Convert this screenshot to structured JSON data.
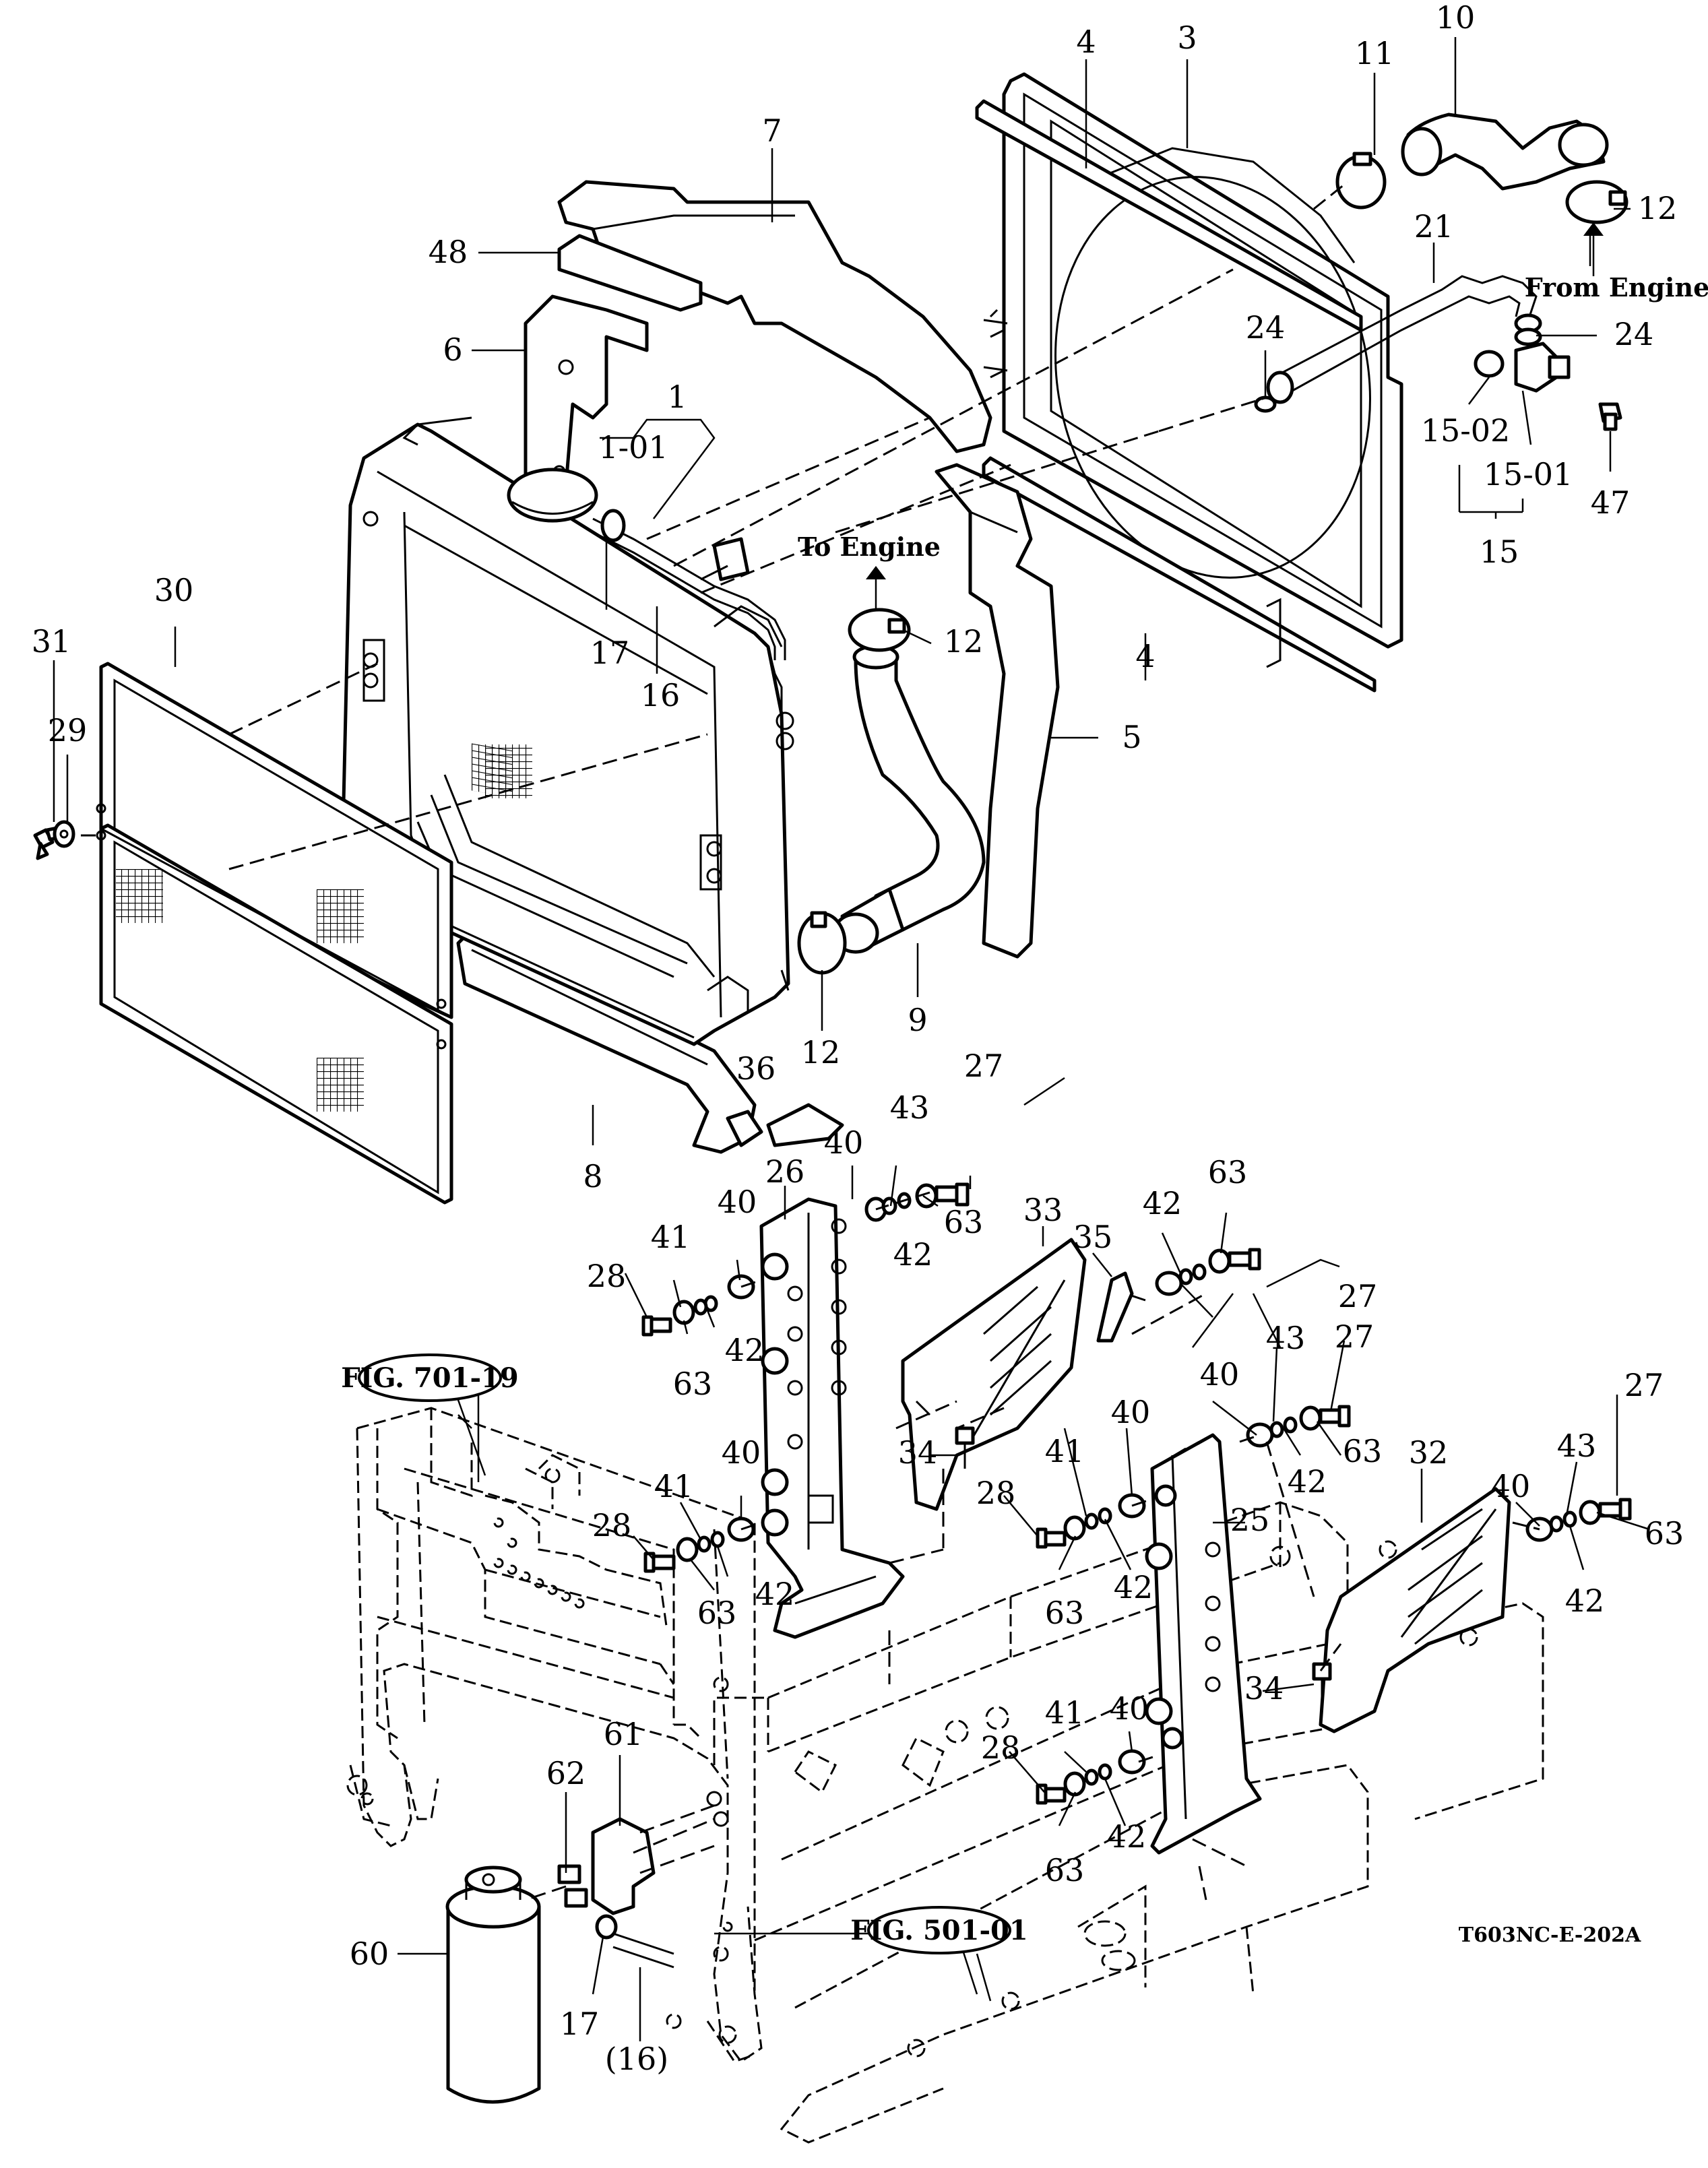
{
  "labels": {
    "p1": "1",
    "p1_01": "1-01",
    "p3": "3",
    "p4a": "4",
    "p4b": "4",
    "p5": "5",
    "p6": "6",
    "p7": "7",
    "p8": "8",
    "p9": "9",
    "p10": "10",
    "p11": "11",
    "p12a": "12",
    "p12b": "12",
    "p12c": "12",
    "p15": "15",
    "p15_01": "15-01",
    "p15_02": "15-02",
    "p16": "16",
    "p17a": "17",
    "p17b": "17",
    "p16b": "(16)",
    "p21": "21",
    "p24a": "24",
    "p24b": "24",
    "p25": "25",
    "p26": "26",
    "p27a": "27",
    "p27b": "27",
    "p27c": "27",
    "p28a": "28",
    "p28b": "28",
    "p28c": "28",
    "p28d": "28",
    "p29": "29",
    "p30": "30",
    "p31": "31",
    "p32": "32",
    "p33": "33",
    "p34a": "34",
    "p34b": "34",
    "p35": "35",
    "p36": "36",
    "p40a": "40",
    "p40b": "40",
    "p40c": "40",
    "p40d": "40",
    "p40e": "40",
    "p40f": "40",
    "p40g": "40",
    "p41a": "41",
    "p41b": "41",
    "p41c": "41",
    "p41d": "41",
    "p42a": "42",
    "p42b": "42",
    "p42c": "42",
    "p42d": "42",
    "p42e": "42",
    "p42f": "42",
    "p42g": "42",
    "p42h": "42",
    "p42i": "42",
    "p43a": "43",
    "p43b": "43",
    "p43c": "43",
    "p43d": "43",
    "p47": "47",
    "p48": "48",
    "p60": "60",
    "p61": "61",
    "p62": "62",
    "p63a": "63",
    "p63b": "63",
    "p63c": "63",
    "p63d": "63",
    "p63e": "63",
    "p63f": "63",
    "p63g": "63",
    "p63h": "63",
    "p63i": "63"
  },
  "notes": {
    "from_engine": "From Engine",
    "to_engine": "To Engine"
  },
  "references": {
    "fig_701": "FIG. 701-19",
    "fig_501": "FIG. 501-01"
  },
  "drawing_code": "T603NC-E-202A"
}
